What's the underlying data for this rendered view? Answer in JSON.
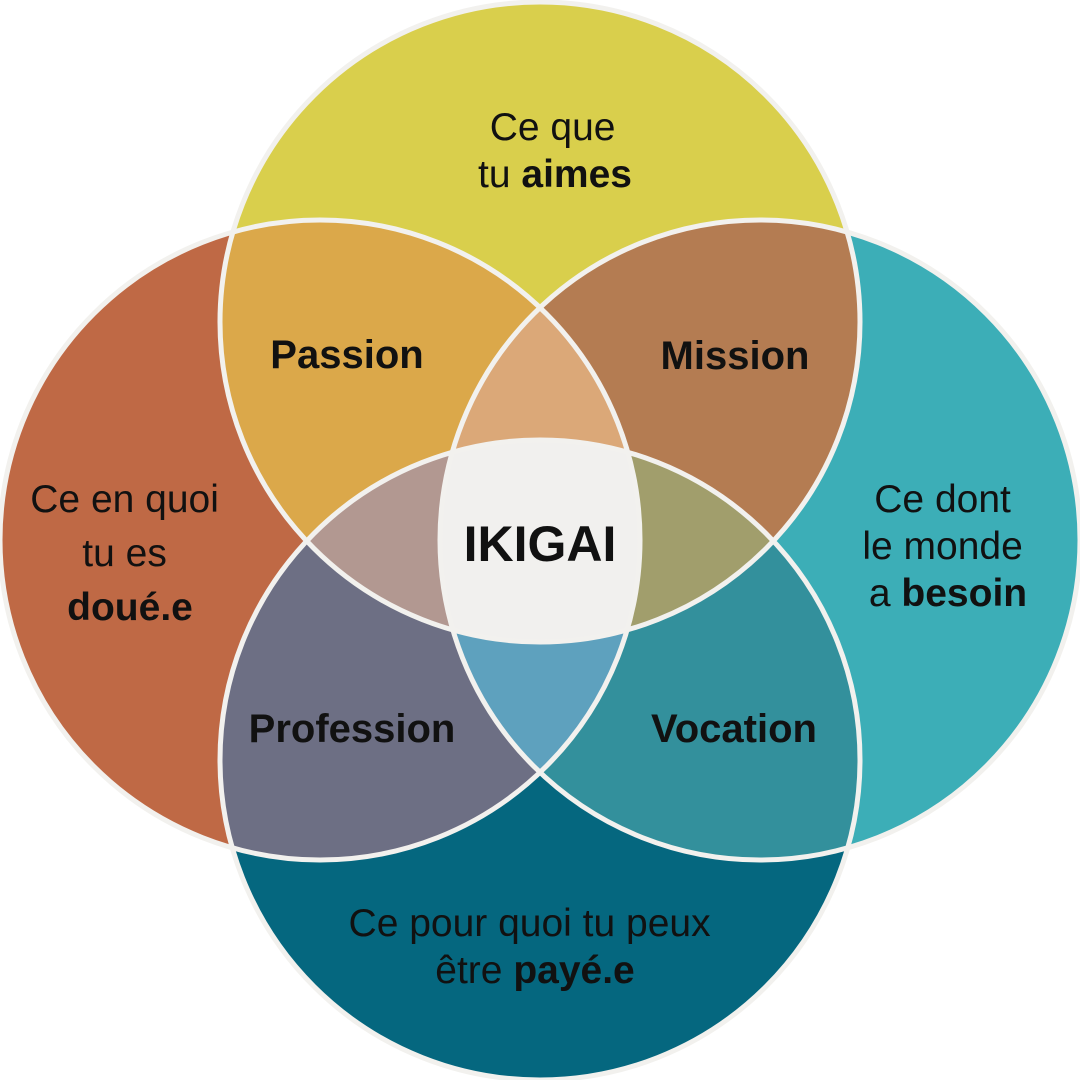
{
  "colors": {
    "love": "#D9CF4C",
    "good_at": "#BF6945",
    "world_needs": "#3CAEB7",
    "paid_for": "#05677F",
    "passion": "#DBA84A",
    "mission": "#B47C52",
    "profession": "#6D6F84",
    "vocation": "#33909C",
    "lens_top": "#DBA878",
    "lens_left": "#B29891",
    "lens_right": "#A19E6C",
    "lens_bottom": "#5EA1BE",
    "center": "#F1F0EE",
    "outline": "#F2F1EE"
  },
  "circles": {
    "love": {
      "line1": "Ce que",
      "line2_prefix": "tu ",
      "line2_bold": "aimes"
    },
    "good_at": {
      "line1": "Ce en quoi",
      "line2": "tu es",
      "line3_bold": "doué.e"
    },
    "world_needs": {
      "line1": "Ce dont",
      "line2": "le monde",
      "line3_prefix": "a ",
      "line3_bold": "besoin"
    },
    "paid_for": {
      "line1": "Ce pour quoi tu peux",
      "line2_prefix": "être ",
      "line2_bold": "payé.e"
    }
  },
  "zones": {
    "passion": "Passion",
    "mission": "Mission",
    "profession": "Profession",
    "vocation": "Vocation"
  },
  "center": {
    "label": "IKIGAI"
  }
}
